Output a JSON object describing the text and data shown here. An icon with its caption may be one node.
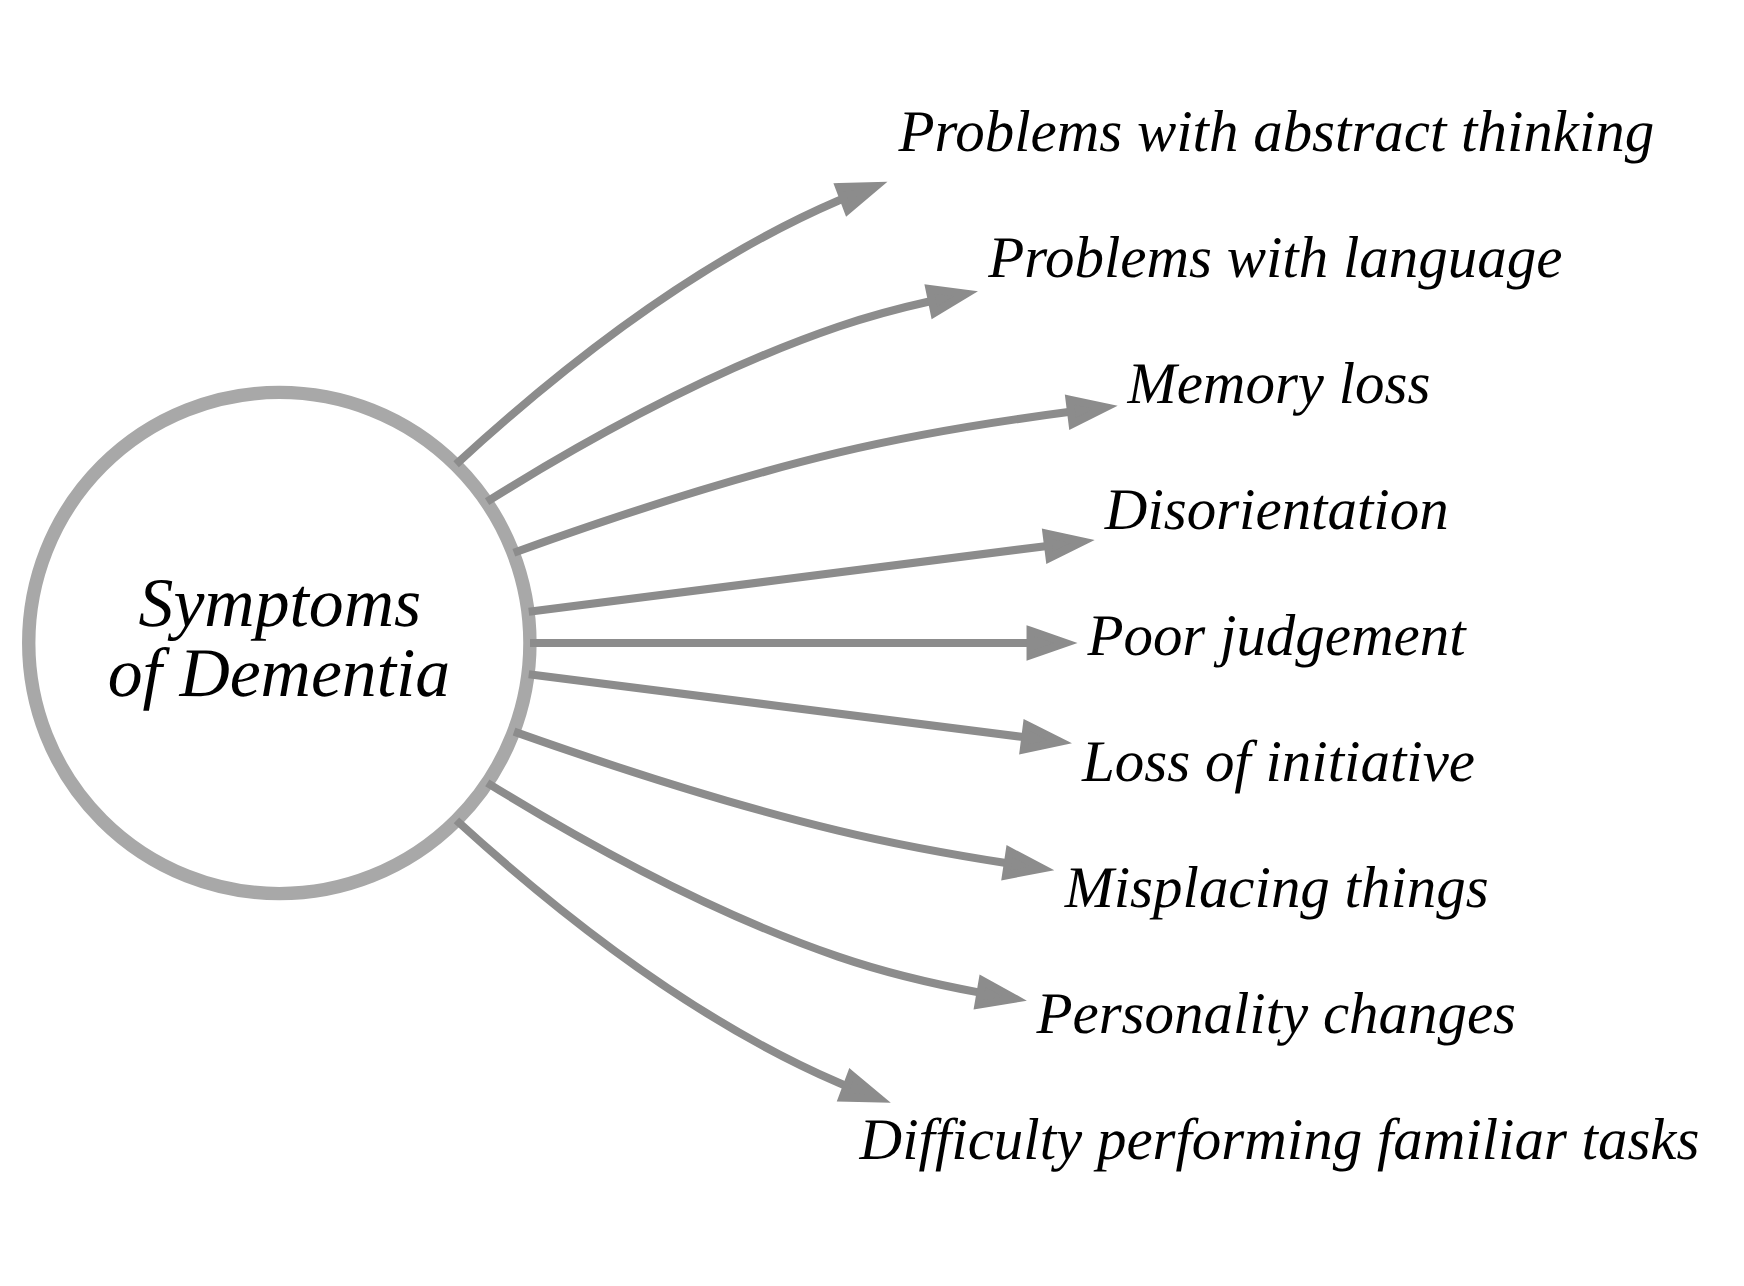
{
  "diagram": {
    "nodes": [
      {
        "text": [
          "Symptoms of Dementia"
        ]
      },
      {
        "text": [
          "Problems with abstract thinking"
        ]
      },
      {
        "text": [
          "Problems with language"
        ]
      },
      {
        "text": [
          "Memory loss"
        ]
      },
      {
        "text": [
          "Disorientation"
        ]
      },
      {
        "text": [
          "Poor judgement"
        ]
      },
      {
        "text": [
          "Loss of initiative"
        ]
      },
      {
        "text": [
          "Misplacing things"
        ]
      },
      {
        "text": [
          "Personality changes"
        ]
      },
      {
        "text": [
          "Difficulty performing familiar tasks"
        ]
      }
    ],
    "edges": [
      {
        "from": 0,
        "to": 1,
        "arrow": "to"
      },
      {
        "from": 0,
        "to": 2,
        "arrow": "to"
      },
      {
        "from": 0,
        "to": 3,
        "arrow": "to"
      },
      {
        "from": 0,
        "to": 4,
        "arrow": "to"
      },
      {
        "from": 0,
        "to": 5,
        "arrow": "to"
      },
      {
        "from": 0,
        "to": 6,
        "arrow": "to"
      },
      {
        "from": 0,
        "to": 7,
        "arrow": "to"
      },
      {
        "from": 0,
        "to": 8,
        "arrow": "to"
      },
      {
        "from": 0,
        "to": 9,
        "arrow": "to"
      }
    ]
  }
}
